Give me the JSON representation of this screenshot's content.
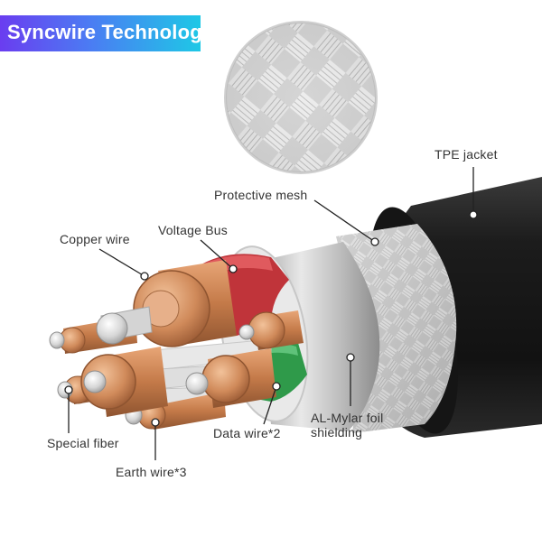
{
  "brand": {
    "text": "Syncwire Technology"
  },
  "labels": {
    "tpe_jacket": "TPE jacket",
    "protective_mesh": "Protective mesh",
    "voltage_bus": "Voltage Bus",
    "copper_wire": "Copper wire",
    "special_fiber": "Special fiber",
    "earth_wire": "Earth wire*3",
    "data_wire": "Data wire*2",
    "al_mylar_line1": "AL-Mylar foil",
    "al_mylar_line2": "shielding"
  },
  "colors": {
    "jacket": "#1c1c1c",
    "copper": "#d08a5a",
    "voltage_bus": "#c0343a",
    "data_wire": "#2f9a4a",
    "foil": "#c9c9c9",
    "fiber": "#e8e8e8",
    "leader": "#222222",
    "brand_start": "#6a3df0",
    "brand_end": "#1ec8e6"
  }
}
